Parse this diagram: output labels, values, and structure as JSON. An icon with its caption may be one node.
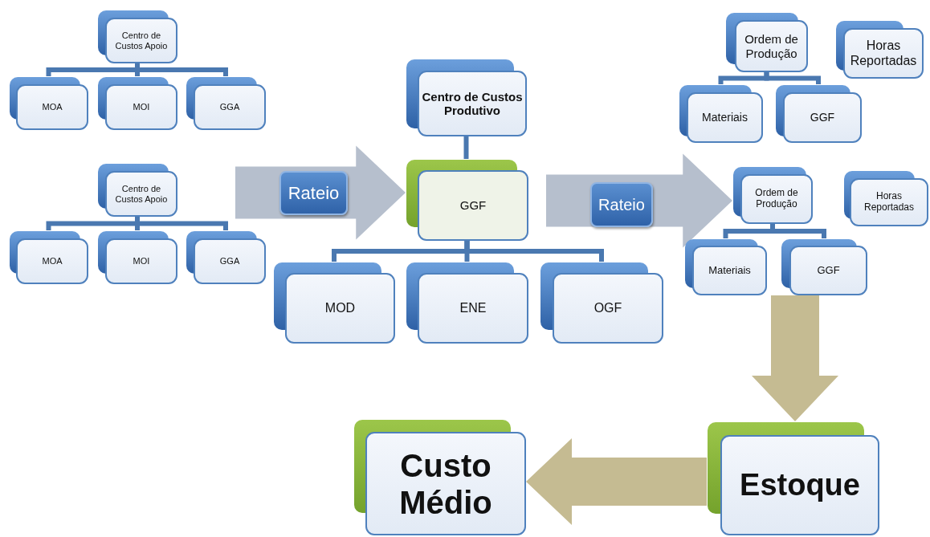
{
  "diagram": {
    "nodes": [
      {
        "text": [
          "Centro de Custos Apoio"
        ]
      },
      {
        "text": [
          "MOA"
        ]
      },
      {
        "text": [
          "MOI"
        ]
      },
      {
        "text": [
          "GGA"
        ]
      },
      {
        "text": [
          "Centro de Custos Apoio"
        ]
      },
      {
        "text": [
          "MOA"
        ]
      },
      {
        "text": [
          "MOI"
        ]
      },
      {
        "text": [
          "GGA"
        ]
      },
      {
        "text": [
          "Centro de Custos Produtivo"
        ]
      },
      {
        "text": [
          "GGF"
        ]
      },
      {
        "text": [
          "MOD"
        ]
      },
      {
        "text": [
          "ENE"
        ]
      },
      {
        "text": [
          "OGF"
        ]
      },
      {
        "text": [
          "Ordem de Produção"
        ]
      },
      {
        "text": [
          "Horas Reportadas"
        ]
      },
      {
        "text": [
          "Materiais"
        ]
      },
      {
        "text": [
          "GGF"
        ]
      },
      {
        "text": [
          "Ordem de Produção"
        ]
      },
      {
        "text": [
          "Horas Reportadas"
        ]
      },
      {
        "text": [
          "Materiais"
        ]
      },
      {
        "text": [
          "GGF"
        ]
      },
      {
        "text": [
          "Estoque"
        ]
      },
      {
        "text": [
          "Custo Médio"
        ]
      }
    ],
    "edges": [
      {
        "from": 0,
        "to": 1,
        "arrow": "none"
      },
      {
        "from": 0,
        "to": 2,
        "arrow": "none"
      },
      {
        "from": 0,
        "to": 3,
        "arrow": "none"
      },
      {
        "from": 4,
        "to": 5,
        "arrow": "none"
      },
      {
        "from": 4,
        "to": 6,
        "arrow": "none"
      },
      {
        "from": 4,
        "to": 7,
        "arrow": "none"
      },
      {
        "from": 8,
        "to": 9,
        "arrow": "none"
      },
      {
        "from": 9,
        "to": 10,
        "arrow": "none"
      },
      {
        "from": 9,
        "to": 11,
        "arrow": "none"
      },
      {
        "from": 9,
        "to": 12,
        "arrow": "none"
      },
      {
        "from": 13,
        "to": 15,
        "arrow": "none"
      },
      {
        "from": 13,
        "to": 16,
        "arrow": "none"
      },
      {
        "from": 17,
        "to": 19,
        "arrow": "none"
      },
      {
        "from": 17,
        "to": 20,
        "arrow": "none"
      },
      {
        "from": null,
        "to": 9,
        "arrow": "to",
        "label": "Rateio",
        "style": "thick",
        "color": "#b6bfcd"
      },
      {
        "from": null,
        "to": 17,
        "arrow": "to",
        "label": "Rateio",
        "style": "thick",
        "color": "#b6bfcd"
      },
      {
        "from": 20,
        "to": 21,
        "arrow": "to",
        "style": "thick",
        "color": "#c5bb92"
      },
      {
        "from": 21,
        "to": 22,
        "arrow": "to",
        "style": "thick",
        "color": "#c5bb92"
      }
    ]
  }
}
